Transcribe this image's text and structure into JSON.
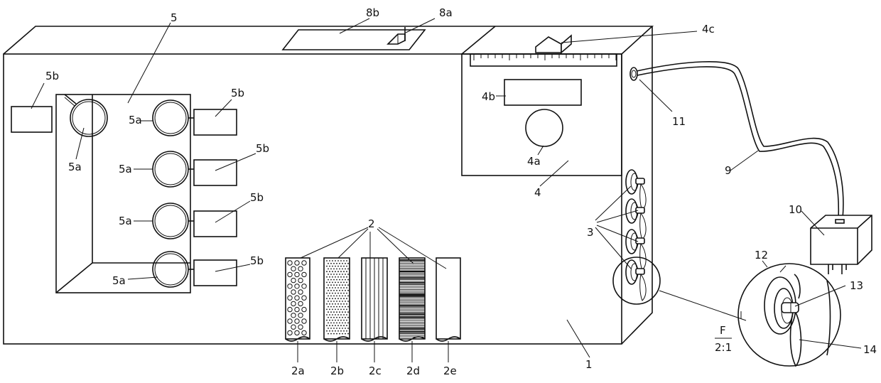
{
  "labels": {
    "main_box": "1",
    "sample_strips": "2",
    "strip_a": "2a",
    "strip_b": "2b",
    "strip_c": "2c",
    "strip_d": "2d",
    "strip_e": "2e",
    "knobs": "3",
    "panel": "4",
    "dial": "4a",
    "display": "4b",
    "slider": "4c",
    "recess": "5",
    "lens": "5a",
    "plate": "5b",
    "top_plate_handle": "8a",
    "top_plate": "8b",
    "cable": "9",
    "plug": "10",
    "socket": "11",
    "detail_disc": "12",
    "detail_knob": "13",
    "detail_clip": "14",
    "detail_view_name": "F",
    "detail_scale": "2:1"
  }
}
